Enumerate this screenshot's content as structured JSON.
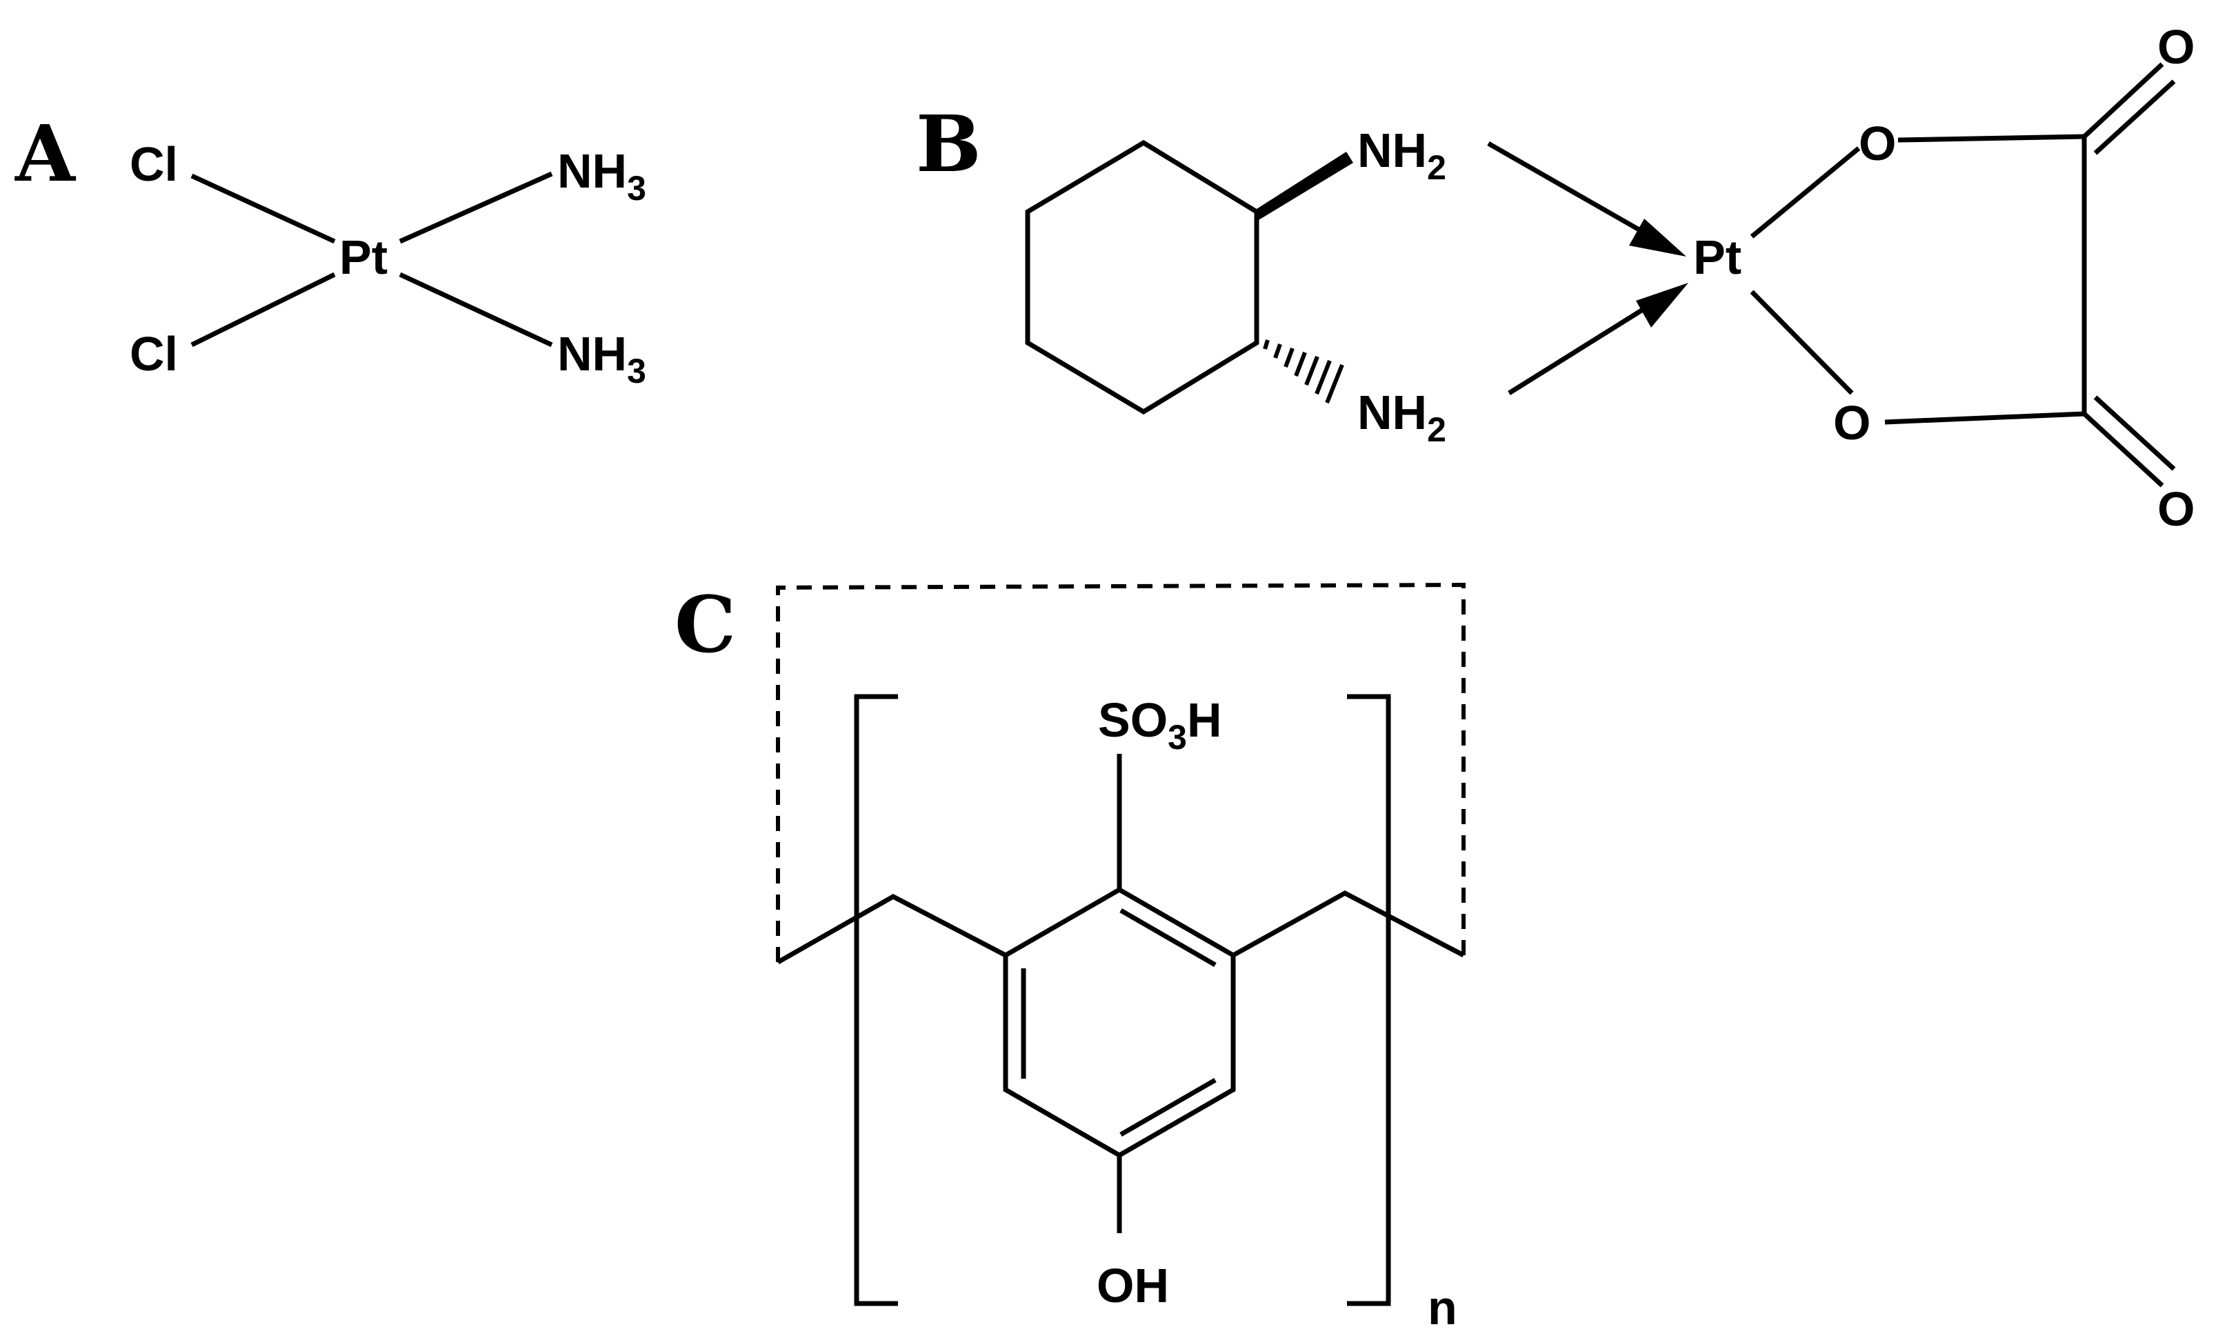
{
  "panels": {
    "A": {
      "label": "A",
      "atoms": {
        "cl_top": "Cl",
        "cl_bottom": "Cl",
        "pt": "Pt",
        "nh3_top_main": "NH",
        "nh3_top_sub": "3",
        "nh3_bottom_main": "NH",
        "nh3_bottom_sub": "3"
      }
    },
    "B": {
      "label": "B",
      "atoms": {
        "nh2_top_main": "NH",
        "nh2_top_sub": "2",
        "nh2_bottom_main": "NH",
        "nh2_bottom_sub": "2",
        "pt": "Pt",
        "o_top": "O",
        "o_bottom": "O",
        "o_carbonyl_top": "O",
        "o_carbonyl_bottom": "O"
      }
    },
    "C": {
      "label": "C",
      "atoms": {
        "so3h_s": "SO",
        "so3h_sub": "3",
        "so3h_h": "H",
        "oh": "OH",
        "repeat_index": "n"
      }
    }
  }
}
